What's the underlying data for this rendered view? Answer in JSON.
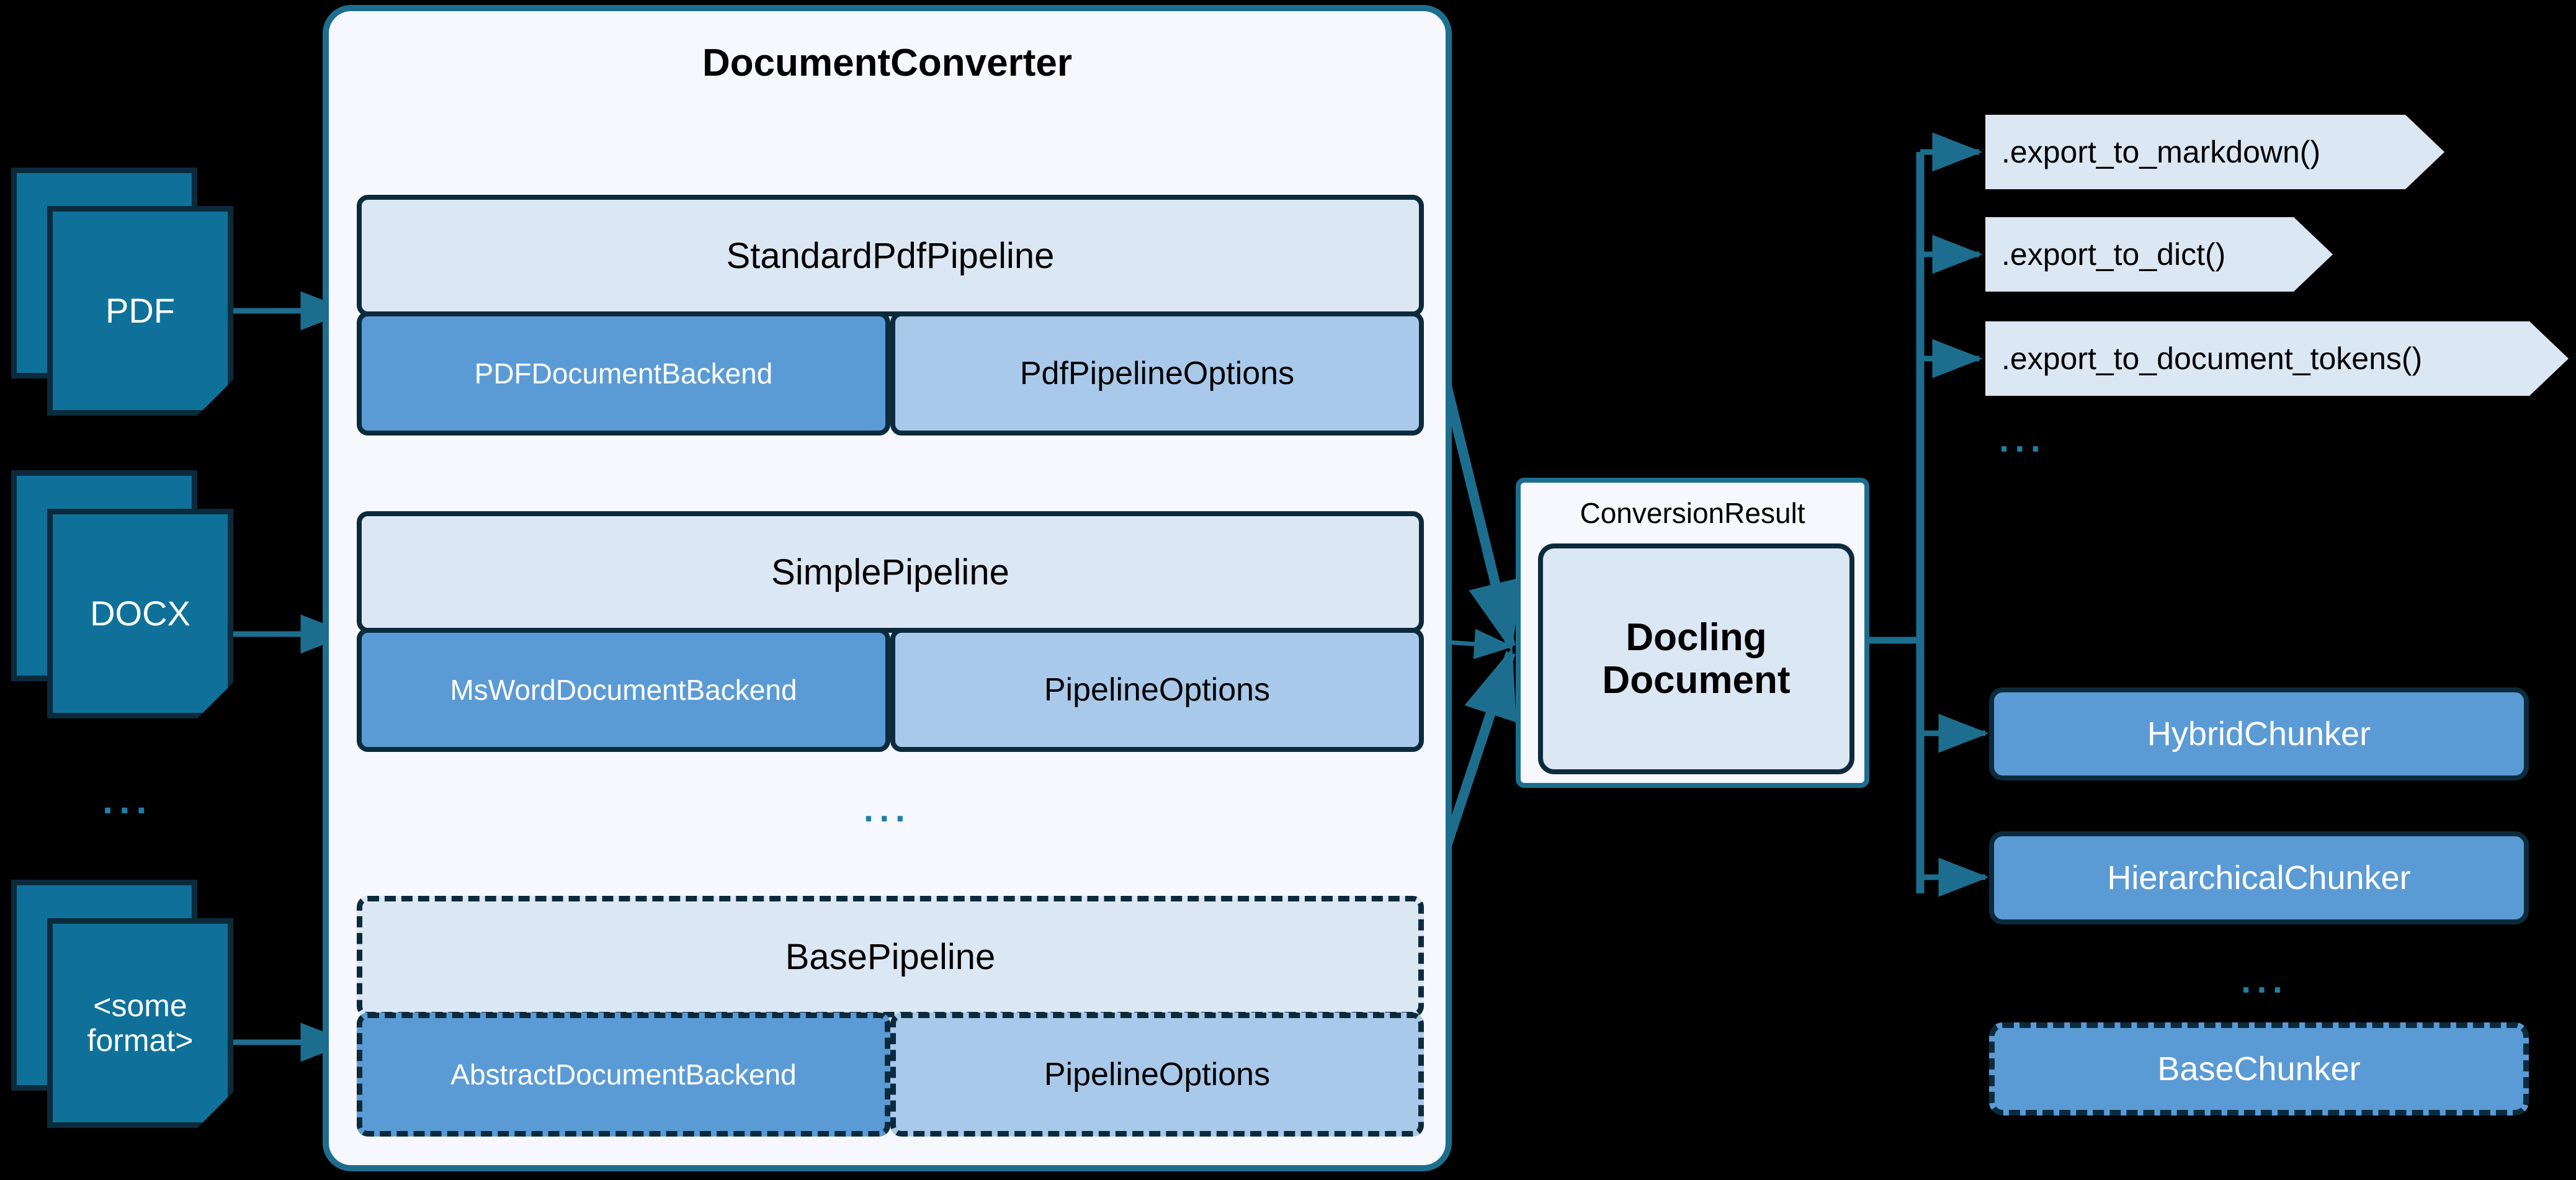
{
  "inputs": [
    {
      "label": "PDF",
      "name": "pdf"
    },
    {
      "label": "DOCX",
      "name": "docx"
    },
    {
      "label": "<some format>",
      "name": "some-format",
      "line1": "<some",
      "line2": "format>"
    }
  ],
  "inputs_ellipsis": "...",
  "converter": {
    "title": "DocumentConverter",
    "pipelines": [
      {
        "name": "standard-pdf-pipeline",
        "header": "StandardPdfPipeline",
        "backend": "PDFDocumentBackend",
        "options": "PdfPipelineOptions",
        "dashed": false
      },
      {
        "name": "simple-pipeline",
        "header": "SimplePipeline",
        "backend": "MsWordDocumentBackend",
        "options": "PipelineOptions",
        "dashed": false
      },
      {
        "name": "base-pipeline",
        "header": "BasePipeline",
        "backend": "AbstractDocumentBackend",
        "options": "PipelineOptions",
        "dashed": true
      }
    ],
    "pipelines_ellipsis": "..."
  },
  "conversion_result": {
    "label": "ConversionResult",
    "document_line1": "Docling",
    "document_line2": "Document"
  },
  "exports": [
    {
      "label": ".export_to_markdown()",
      "name": "export-to-markdown"
    },
    {
      "label": ".export_to_dict()",
      "name": "export-to-dict"
    },
    {
      "label": ".export_to_document_tokens()",
      "name": "export-to-document-tokens"
    }
  ],
  "exports_ellipsis": "...",
  "chunkers": [
    {
      "label": "HybridChunker",
      "name": "hybrid-chunker",
      "dashed": false
    },
    {
      "label": "HierarchicalChunker",
      "name": "hierarchical-chunker",
      "dashed": false
    },
    {
      "label": "BaseChunker",
      "name": "base-chunker",
      "dashed": true
    }
  ],
  "chunkers_ellipsis": "...",
  "colors": {
    "background": "#000000",
    "doc_icon": "#0F7199",
    "doc_icon_border": "#0B2B3C",
    "container_bg": "#F6F8FD",
    "container_border": "#1D6E8E",
    "pipeline_header": "#DCE7F4",
    "backend": "#5B9BD5",
    "options": "#A9C9EA",
    "box_border": "#0B2B3C",
    "wire": "#1D6E8E",
    "ellipsis": "#1D7FA8"
  }
}
